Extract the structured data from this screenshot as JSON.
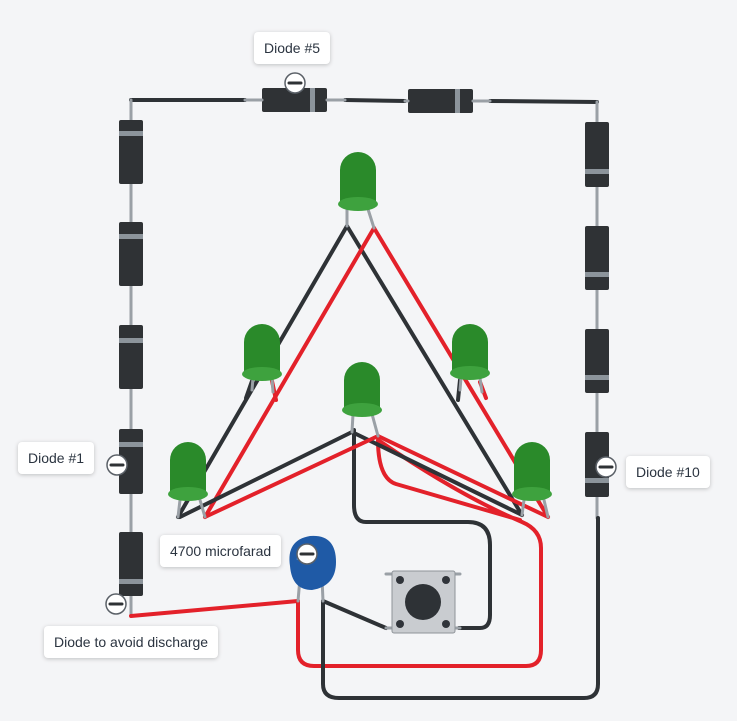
{
  "labels": {
    "diode5": "Diode #5",
    "diode1": "Diode #1",
    "diode10": "Diode #10",
    "capacitor": "4700 microfarad",
    "discharge": "Diode to avoid discharge"
  },
  "colors": {
    "background": "#f4f5f7",
    "wire_black": "#2e3236",
    "wire_red": "#e3212a",
    "diode_body": "#2f3235",
    "diode_band": "#8c949b",
    "led_green": "#2a8a2a",
    "capacitor_blue": "#1f5aa6"
  },
  "icons": {
    "polarity_marker": "minus-circle-icon"
  }
}
